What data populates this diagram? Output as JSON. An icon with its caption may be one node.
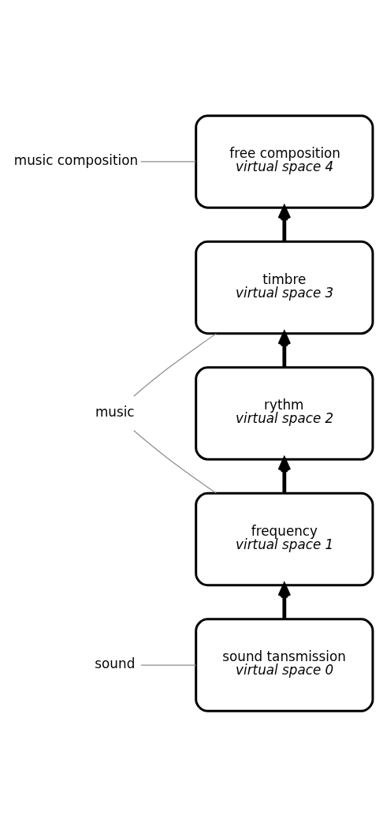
{
  "diagram": {
    "nodes": [
      {
        "text": [
          "music composition"
        ]
      },
      {
        "text": [
          "free composition",
          "virtual space 4"
        ]
      },
      {
        "text": [
          "timbre",
          "virtual space 3"
        ]
      },
      {
        "text": [
          "music"
        ]
      },
      {
        "text": [
          "rythm",
          "virtual space 2"
        ]
      },
      {
        "text": [
          "frequency",
          "virtual space 1"
        ]
      },
      {
        "text": [
          "sound"
        ]
      },
      {
        "text": [
          "sound tansmission",
          "virtual space 0"
        ]
      }
    ],
    "edges": [
      {
        "from": 0,
        "to": 1,
        "arrow": "none",
        "color": "#8c8c8c"
      },
      {
        "from": 3,
        "to": 2,
        "arrow": "none",
        "color": "#8c8c8c"
      },
      {
        "from": 3,
        "to": 5,
        "arrow": "none",
        "color": "#8c8c8c"
      },
      {
        "from": 6,
        "to": 7,
        "arrow": "none",
        "color": "#8c8c8c"
      },
      {
        "from": 7,
        "to": 5,
        "arrow": "to",
        "style": "thick",
        "color": "#000000"
      },
      {
        "from": 5,
        "to": 4,
        "arrow": "to",
        "style": "thick",
        "color": "#000000"
      },
      {
        "from": 4,
        "to": 2,
        "arrow": "to",
        "style": "thick",
        "color": "#000000"
      },
      {
        "from": 2,
        "to": 1,
        "arrow": "to",
        "style": "thick",
        "color": "#000000"
      }
    ]
  }
}
